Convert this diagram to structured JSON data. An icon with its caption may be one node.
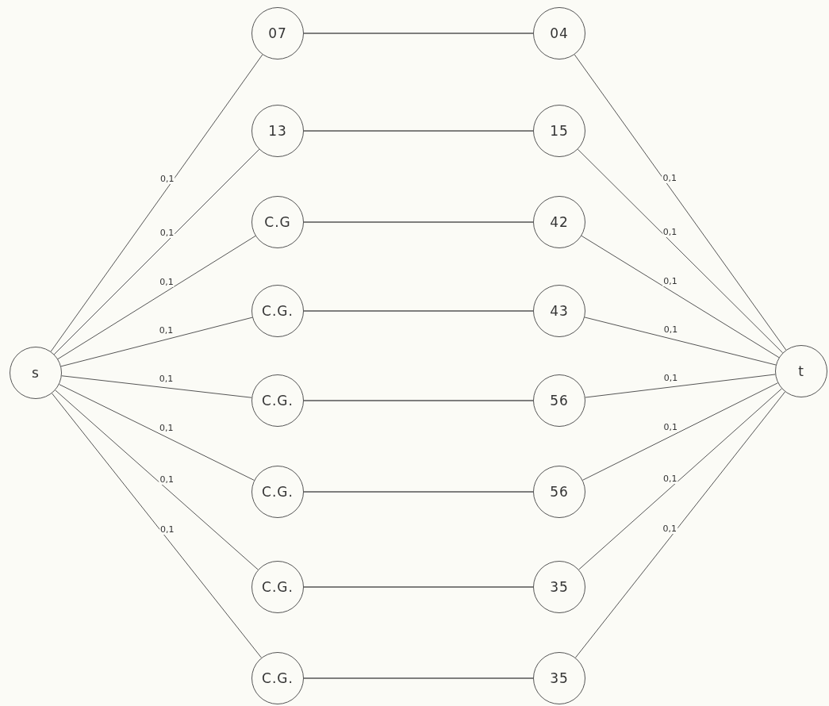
{
  "diagram": {
    "nodes": [
      {
        "text": [
          "s"
        ]
      },
      {
        "text": [
          "07"
        ]
      },
      {
        "text": [
          "13"
        ]
      },
      {
        "text": [
          "C.G"
        ]
      },
      {
        "text": [
          "C.G."
        ]
      },
      {
        "text": [
          "C.G."
        ]
      },
      {
        "text": [
          "C.G."
        ]
      },
      {
        "text": [
          "C.G."
        ]
      },
      {
        "text": [
          "C.G."
        ]
      },
      {
        "text": [
          "04"
        ]
      },
      {
        "text": [
          "15"
        ]
      },
      {
        "text": [
          "42"
        ]
      },
      {
        "text": [
          "43"
        ]
      },
      {
        "text": [
          "56"
        ]
      },
      {
        "text": [
          "56"
        ]
      },
      {
        "text": [
          "35"
        ]
      },
      {
        "text": [
          "35"
        ]
      },
      {
        "text": [
          "t"
        ]
      }
    ],
    "edges": [
      {
        "from": 0,
        "to": 1,
        "arrow": "none",
        "label": "0,1"
      },
      {
        "from": 0,
        "to": 2,
        "arrow": "none",
        "label": "0,1"
      },
      {
        "from": 0,
        "to": 3,
        "arrow": "none",
        "label": "0,1"
      },
      {
        "from": 0,
        "to": 4,
        "arrow": "none",
        "label": "0,1"
      },
      {
        "from": 0,
        "to": 5,
        "arrow": "none",
        "label": "0,1"
      },
      {
        "from": 0,
        "to": 6,
        "arrow": "none",
        "label": "0,1"
      },
      {
        "from": 0,
        "to": 7,
        "arrow": "none",
        "label": "0,1"
      },
      {
        "from": 0,
        "to": 8,
        "arrow": "none",
        "label": "0,1"
      },
      {
        "from": 1,
        "to": 9,
        "arrow": "none"
      },
      {
        "from": 2,
        "to": 10,
        "arrow": "none"
      },
      {
        "from": 3,
        "to": 11,
        "arrow": "none"
      },
      {
        "from": 4,
        "to": 12,
        "arrow": "none"
      },
      {
        "from": 5,
        "to": 13,
        "arrow": "none"
      },
      {
        "from": 6,
        "to": 14,
        "arrow": "none"
      },
      {
        "from": 7,
        "to": 15,
        "arrow": "none"
      },
      {
        "from": 8,
        "to": 16,
        "arrow": "none"
      },
      {
        "from": 9,
        "to": 17,
        "arrow": "none",
        "label": "0,1"
      },
      {
        "from": 10,
        "to": 17,
        "arrow": "none",
        "label": "0,1"
      },
      {
        "from": 11,
        "to": 17,
        "arrow": "none",
        "label": "0,1"
      },
      {
        "from": 12,
        "to": 17,
        "arrow": "none",
        "label": "0,1"
      },
      {
        "from": 13,
        "to": 17,
        "arrow": "none",
        "label": "0,1"
      },
      {
        "from": 14,
        "to": 17,
        "arrow": "none",
        "label": "0,1"
      },
      {
        "from": 15,
        "to": 17,
        "arrow": "none",
        "label": "0,1"
      },
      {
        "from": 16,
        "to": 17,
        "arrow": "none",
        "label": "0,1"
      }
    ]
  }
}
